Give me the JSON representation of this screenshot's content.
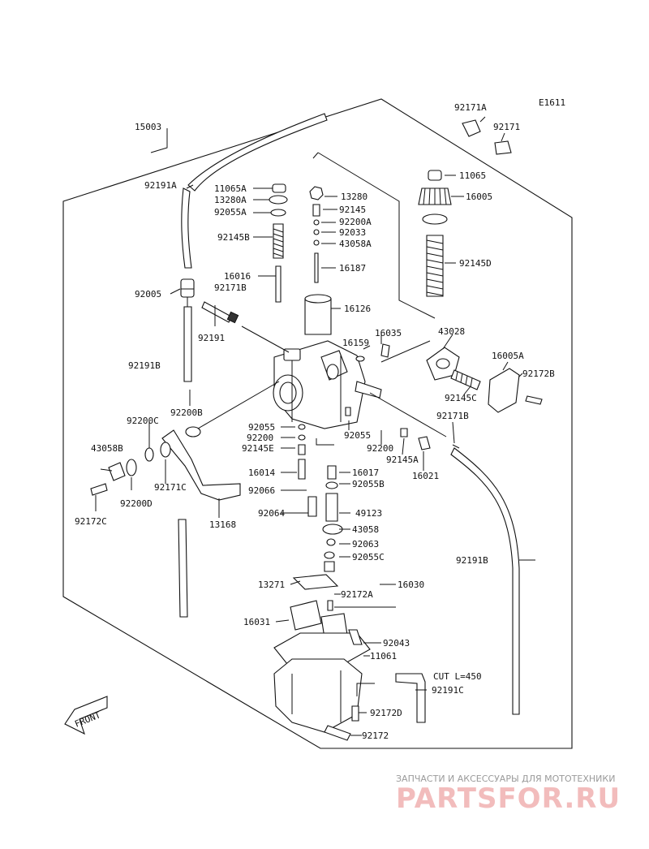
{
  "figure_id": "E1611",
  "watermark": {
    "caption": "ЗАПЧАСТИ И АКСЕССУАРЫ ДЛЯ МОТОТЕХНИКИ",
    "brand": "PARTSFOR.RU"
  },
  "front_arrow": "FRONT",
  "cut_note": "CUT L=450",
  "callouts": [
    {
      "id": "c15003",
      "text": "15003"
    },
    {
      "id": "c92171A",
      "text": "92171A"
    },
    {
      "id": "c92171",
      "text": "92171"
    },
    {
      "id": "c92191A",
      "text": "92191A"
    },
    {
      "id": "c11065A",
      "text": "11065A"
    },
    {
      "id": "c13280A",
      "text": "13280A"
    },
    {
      "id": "c92055A",
      "text": "92055A"
    },
    {
      "id": "c13280",
      "text": "13280"
    },
    {
      "id": "c11065",
      "text": "11065"
    },
    {
      "id": "c16005",
      "text": "16005"
    },
    {
      "id": "c92145",
      "text": "92145"
    },
    {
      "id": "c92200A",
      "text": "92200A"
    },
    {
      "id": "c92033",
      "text": "92033"
    },
    {
      "id": "c43058A",
      "text": "43058A"
    },
    {
      "id": "c92145B",
      "text": "92145B"
    },
    {
      "id": "c92145D",
      "text": "92145D"
    },
    {
      "id": "c16016",
      "text": "16016"
    },
    {
      "id": "c16187",
      "text": "16187"
    },
    {
      "id": "c92005",
      "text": "92005"
    },
    {
      "id": "c92171B",
      "text": "92171B"
    },
    {
      "id": "c16126",
      "text": "16126"
    },
    {
      "id": "c92191",
      "text": "92191"
    },
    {
      "id": "c16035",
      "text": "16035"
    },
    {
      "id": "c16159",
      "text": "16159"
    },
    {
      "id": "c43028",
      "text": "43028"
    },
    {
      "id": "c16005A",
      "text": "16005A"
    },
    {
      "id": "c92191B_a",
      "text": "92191B"
    },
    {
      "id": "c92172B",
      "text": "92172B"
    },
    {
      "id": "c92145C",
      "text": "92145C"
    },
    {
      "id": "c92200B",
      "text": "92200B"
    },
    {
      "id": "c92171B_b",
      "text": "92171B"
    },
    {
      "id": "c92200C",
      "text": "92200C"
    },
    {
      "id": "c92055_a",
      "text": "92055"
    },
    {
      "id": "c92200_a",
      "text": "92200"
    },
    {
      "id": "c92145E",
      "text": "92145E"
    },
    {
      "id": "c92055_b",
      "text": "92055"
    },
    {
      "id": "c92200_b",
      "text": "92200"
    },
    {
      "id": "c92145A",
      "text": "92145A"
    },
    {
      "id": "c16021",
      "text": "16021"
    },
    {
      "id": "c43058B",
      "text": "43058B"
    },
    {
      "id": "c16014",
      "text": "16014"
    },
    {
      "id": "c16017",
      "text": "16017"
    },
    {
      "id": "c92055B",
      "text": "92055B"
    },
    {
      "id": "c92066",
      "text": "92066"
    },
    {
      "id": "c92171C",
      "text": "92171C"
    },
    {
      "id": "c92200D",
      "text": "92200D"
    },
    {
      "id": "c92172C",
      "text": "92172C"
    },
    {
      "id": "c13168",
      "text": "13168"
    },
    {
      "id": "c92064",
      "text": "92064"
    },
    {
      "id": "c49123",
      "text": "49123"
    },
    {
      "id": "c43058",
      "text": "43058"
    },
    {
      "id": "c92063",
      "text": "92063"
    },
    {
      "id": "c92055C",
      "text": "92055C"
    },
    {
      "id": "c92191B_b",
      "text": "92191B"
    },
    {
      "id": "c13271",
      "text": "13271"
    },
    {
      "id": "c16030",
      "text": "16030"
    },
    {
      "id": "c92172A",
      "text": "92172A"
    },
    {
      "id": "c16031",
      "text": "16031"
    },
    {
      "id": "c92043",
      "text": "92043"
    },
    {
      "id": "c11061",
      "text": "11061"
    },
    {
      "id": "c92191C",
      "text": "92191C"
    },
    {
      "id": "c92172D",
      "text": "92172D"
    },
    {
      "id": "c92172",
      "text": "92172"
    }
  ]
}
